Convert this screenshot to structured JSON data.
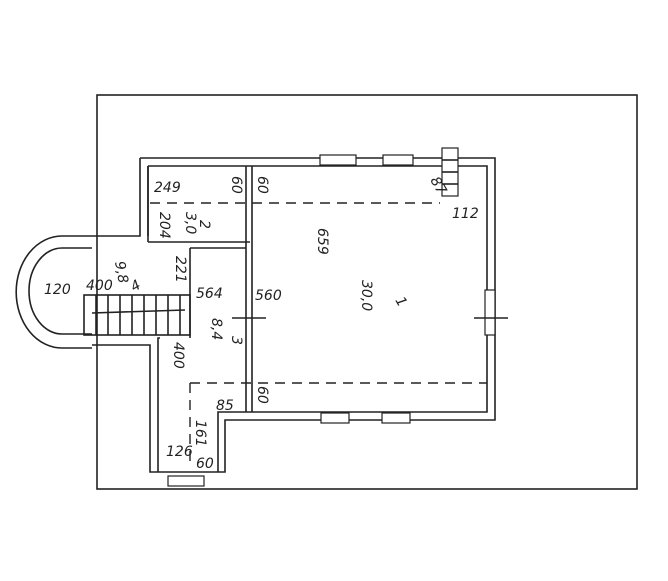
{
  "plan": {
    "rooms": [
      {
        "number": "1",
        "area": "30,0",
        "length": "659",
        "width": "560"
      },
      {
        "number": "2",
        "area": "3,0",
        "length": "249",
        "width": "204"
      },
      {
        "number": "3",
        "area": "8,4",
        "length": "564",
        "width": "400"
      },
      {
        "number": "4",
        "area": "9,8",
        "length": "400",
        "width": "120"
      }
    ],
    "dimensions": {
      "d_221": "221",
      "d_112": "112",
      "d_87": "87",
      "d_85": "85",
      "d_161": "161",
      "d_126": "126",
      "d_60a": "60",
      "d_60b": "60",
      "d_60c": "60",
      "d_60d": "60"
    }
  }
}
